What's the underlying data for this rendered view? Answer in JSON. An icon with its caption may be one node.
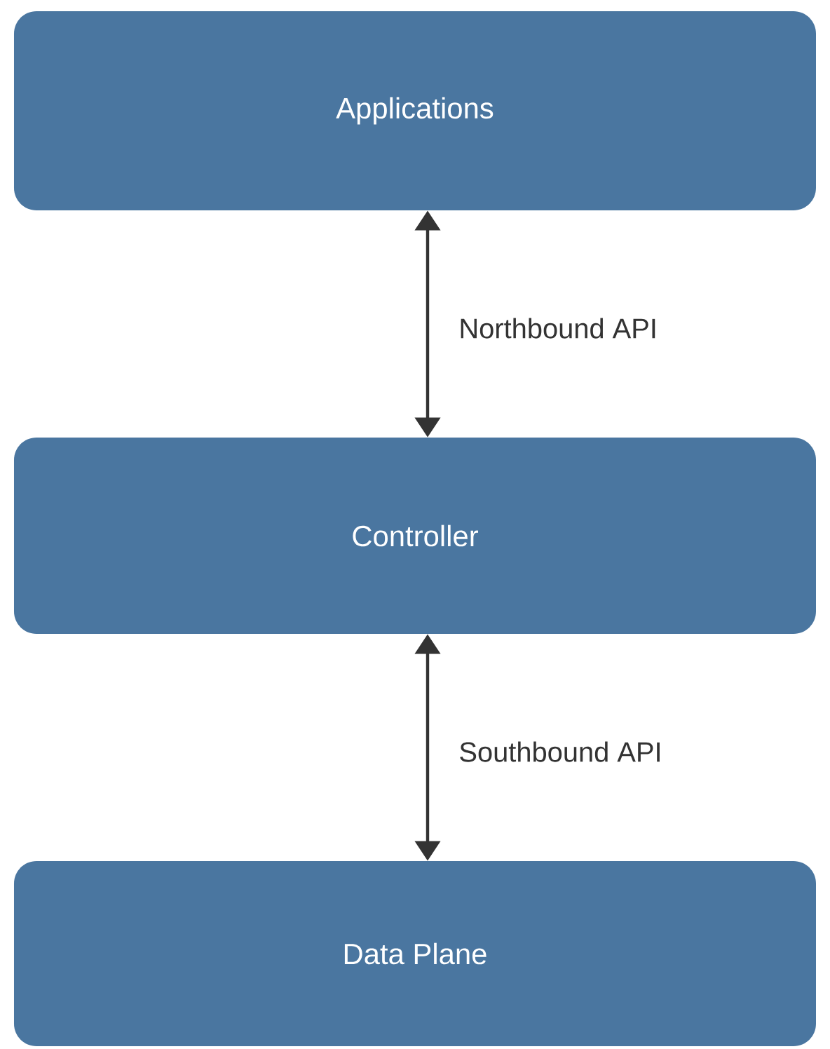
{
  "diagram": {
    "nodes": [
      {
        "text": [
          "Applications"
        ]
      },
      {
        "text": [
          "Controller"
        ]
      },
      {
        "text": [
          "Data Plane"
        ]
      }
    ],
    "edges": [
      {
        "from": 0,
        "to": 1,
        "arrow": "both",
        "label": "Northbound API"
      },
      {
        "from": 1,
        "to": 2,
        "arrow": "both",
        "label": "Southbound API"
      }
    ]
  }
}
